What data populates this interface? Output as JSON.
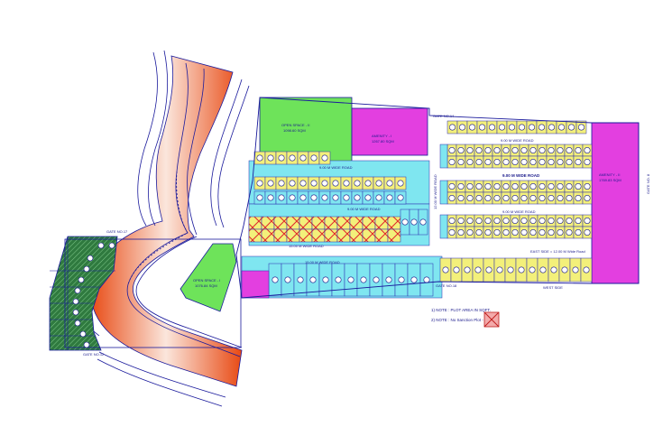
{
  "colors": {
    "plot_yellow": "#f3f07a",
    "plot_cyan": "#7fe6f0",
    "open_space_green": "#6ee35a",
    "amenity_magenta": "#e33fe0",
    "gate_band": "#e85a1e",
    "green_hatch": "#3c8a4a",
    "line_blue": "#1a1a9c"
  },
  "labels": {
    "open_space_1": "OPEN SPACE - II",
    "open_space_1_area": "1098.60 SQM",
    "amenity_1": "AMENITY - I",
    "amenity_1_area": "1267.80 SQM",
    "amenity_2": "AMENITY - II",
    "amenity_2_area": "1769.83 SQM",
    "open_space_2": "OPEN SPACE - I",
    "open_space_2_area": "1076.84 SQM",
    "road_9m_a": "9.00 M WIDE ROAD",
    "road_9m_b": "9.00 M WIDE ROAD",
    "road_9m_c": "9.00 M WIDE ROAD",
    "road_9m_d": "9.00 M WIDE ROAD",
    "road_9m_e": "9.00 M WIDE ROAD",
    "road_12m": "12.00 M WIDE ROAD",
    "road_15m_a": "15.00 M WIDE ROAD",
    "road_15m_b": "15.00 M WIDE ROAD",
    "east_side": "EAST SIDE",
    "east_side_road": "EAST SIDE = 12.00 M Wide Road",
    "west_side": "WEST SIDE",
    "gate_14": "GATE NO.14",
    "gate_14b": "GATE NO.14",
    "gate_17": "GATE NO.17",
    "gate_18": "GATE NO.18",
    "gate_12": "GATE NO.12",
    "gate_8": "GATE NO. 8",
    "note_1": "1)    NOTE : PLOT AREA IN SQFT.",
    "note_2": "2)    NOTE : No Sanction Plot -"
  }
}
